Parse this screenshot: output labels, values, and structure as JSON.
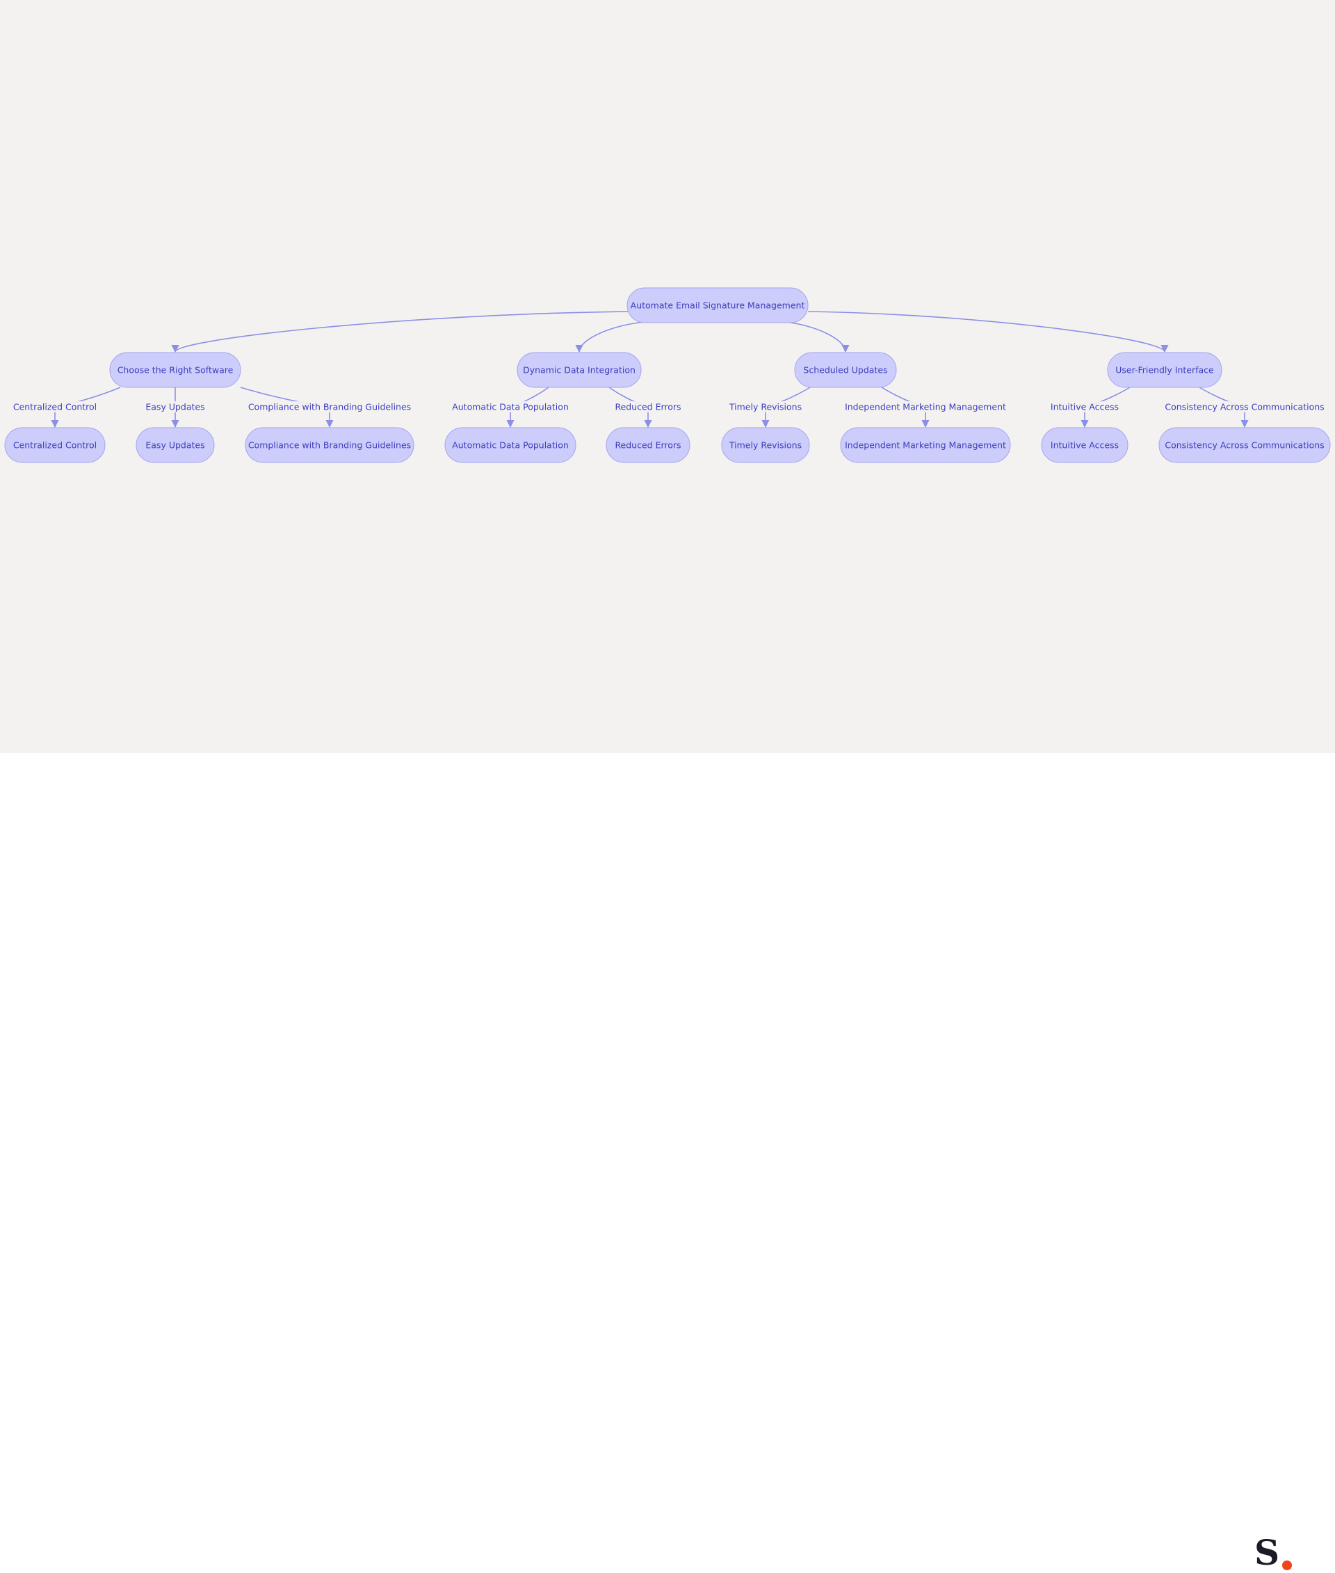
{
  "diagram": {
    "type": "flowchart",
    "root": "Automate Email Signature Management",
    "categories": [
      "Choose the Right Software",
      "Dynamic Data Integration",
      "Scheduled Updates",
      "User-Friendly Interface"
    ],
    "nodes": [
      {
        "id": "root",
        "label": "Automate Email Signature Management"
      },
      {
        "id": "c1",
        "label": "Choose the Right Software"
      },
      {
        "id": "c2",
        "label": "Dynamic Data Integration"
      },
      {
        "id": "c3",
        "label": "Scheduled Updates"
      },
      {
        "id": "c4",
        "label": "User-Friendly Interface"
      },
      {
        "id": "l1",
        "label": "Centralized Control"
      },
      {
        "id": "l2",
        "label": "Easy Updates"
      },
      {
        "id": "l3",
        "label": "Compliance with Branding Guidelines"
      },
      {
        "id": "l4",
        "label": "Automatic Data Population"
      },
      {
        "id": "l5",
        "label": "Reduced Errors"
      },
      {
        "id": "l6",
        "label": "Timely Revisions"
      },
      {
        "id": "l7",
        "label": "Independent Marketing Management"
      },
      {
        "id": "l8",
        "label": "Intuitive Access"
      },
      {
        "id": "l9",
        "label": "Consistency Across Communications"
      }
    ],
    "edges": [
      {
        "from": "root",
        "to": "c1",
        "label": ""
      },
      {
        "from": "root",
        "to": "c2",
        "label": ""
      },
      {
        "from": "root",
        "to": "c3",
        "label": ""
      },
      {
        "from": "root",
        "to": "c4",
        "label": ""
      },
      {
        "from": "c1",
        "to": "l1",
        "label": "Centralized Control"
      },
      {
        "from": "c1",
        "to": "l2",
        "label": "Easy Updates"
      },
      {
        "from": "c1",
        "to": "l3",
        "label": "Compliance with Branding Guidelines"
      },
      {
        "from": "c2",
        "to": "l4",
        "label": "Automatic Data Population"
      },
      {
        "from": "c2",
        "to": "l5",
        "label": "Reduced Errors"
      },
      {
        "from": "c3",
        "to": "l6",
        "label": "Timely Revisions"
      },
      {
        "from": "c3",
        "to": "l7",
        "label": "Independent Marketing Management"
      },
      {
        "from": "c4",
        "to": "l8",
        "label": "Intuitive Access"
      },
      {
        "from": "c4",
        "to": "l9",
        "label": "Consistency Across Communications"
      }
    ]
  },
  "colors": {
    "background": "#f3f2f1",
    "footer": "#ffffff",
    "node_fill": "#cdcdfb",
    "node_stroke": "#a3a3ef",
    "text": "#3b3dbf",
    "edge": "#8c8fe6",
    "logo_text": "#1c1c28",
    "logo_dot": "#f0441a"
  },
  "logo": {
    "letter": "S"
  }
}
